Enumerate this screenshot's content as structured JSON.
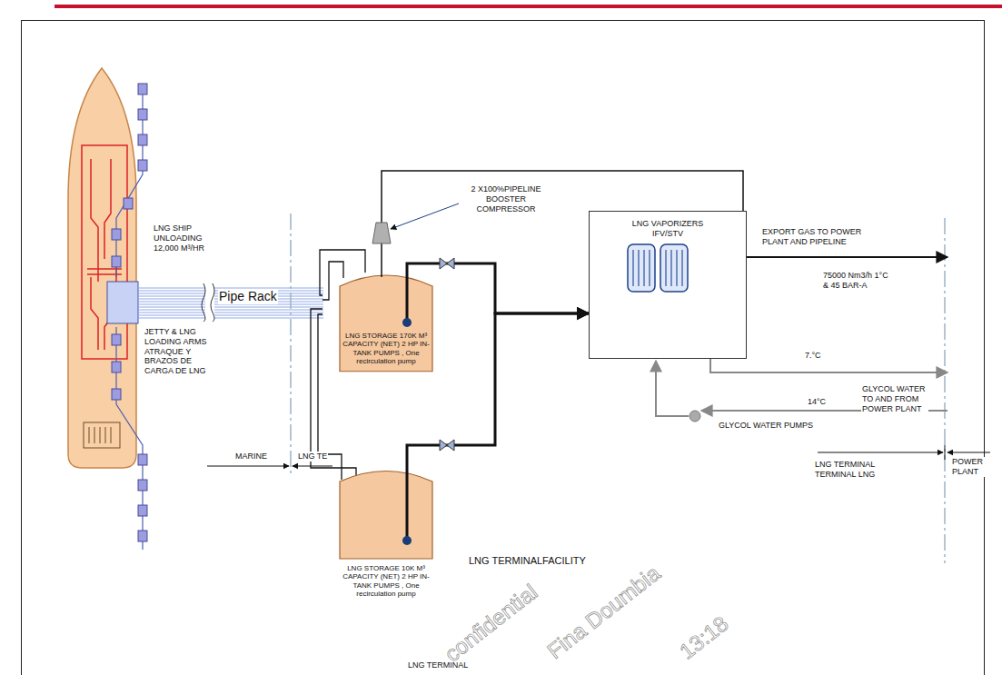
{
  "diagram": {
    "nodes": [
      {
        "text": [
          "LNG STORAGE 170K M³ CAPACITY (NET) 2 HP IN-TANK PUMPS , One recirculation pump"
        ]
      },
      {
        "text": [
          "LNG STORAGE 10K M³ CAPACITY (NET) 2 HP IN-TANK PUMPS , One recirculation pump"
        ]
      },
      {
        "text": [
          "LNG VAPORIZERS IFV/STV"
        ]
      }
    ],
    "edges": [
      {
        "from": 0,
        "to": 2,
        "arrow": "to"
      },
      {
        "from": 1,
        "to": 2,
        "arrow": "to"
      },
      {
        "from": 0,
        "to": 2,
        "arrow": "none"
      }
    ],
    "labels": [
      "LNG SHIP UNLOADING 12,000 M³/HR",
      "Pipe Rack",
      "JETTY & LNG LOADING ARMS ATRAQUE Y BRAZOS DE CARGA DE LNG",
      "2 X100%PIPELINE BOOSTER COMPRESSOR",
      "EXPORT GAS TO POWER PLANT AND PIPELINE",
      "75000 Nm3/h 1°C & 45 BAR-A",
      "7.°C",
      "GLYCOL WATER TO AND FROM POWER PLANT",
      "14°C",
      "GLYCOL WATER PUMPS",
      "MARINE",
      "LNG TE",
      "LNG TERMINALFACILITY",
      "LNG TERMINAL TERMINAL LNG",
      "POWER PLANT",
      "LNG TERMINAL",
      "confidential",
      "Fina Doumbia",
      "13:18"
    ]
  }
}
